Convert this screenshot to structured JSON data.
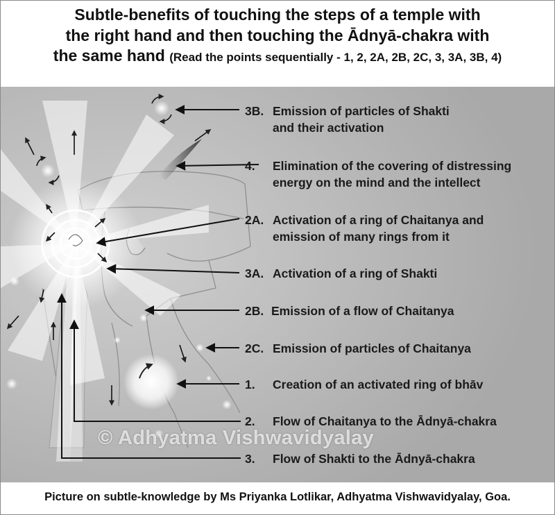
{
  "title": {
    "line1": "Subtle-benefits of touching the steps of a temple with",
    "line2": "the right hand and then touching the Ādnyā-chakra with",
    "line3": "the same hand",
    "subtitle": "(Read the points sequentially - 1, 2, 2A, 2B, 2C, 3, 3A, 3B, 4)"
  },
  "labels": [
    {
      "id": "3b",
      "num": "3B.",
      "line1": "Emission of particles of Shakti",
      "line2": "and their activation"
    },
    {
      "id": "4",
      "num": "4.",
      "line1": "Elimination of the covering of distressing",
      "line2": "energy on the mind and the intellect"
    },
    {
      "id": "2a",
      "num": "2A.",
      "line1": "Activation of a ring of Chaitanya and",
      "line2": "emission of many rings from it"
    },
    {
      "id": "3a",
      "num": "3A.",
      "line1": "Activation of a ring of Shakti"
    },
    {
      "id": "2b",
      "num": "2B.",
      "line1": "Emission of a flow of Chaitanya"
    },
    {
      "id": "2c",
      "num": "2C.",
      "line1": "Emission of particles of Chaitanya"
    },
    {
      "id": "1",
      "num": "1.",
      "line1": "Creation of an activated ring of bhāv"
    },
    {
      "id": "2",
      "num": "2.",
      "line1": "Flow of Chaitanya to the Ādnyā-chakra"
    },
    {
      "id": "3",
      "num": "3.",
      "line1": "Flow of Shakti to the Ādnyā-chakra"
    }
  ],
  "watermark": "© Adhyatma Vishwavidyalay",
  "footer": "Picture on subtle-knowledge by Ms Priyanka Lotlikar, Adhyatma Vishwavidyalay, Goa."
}
